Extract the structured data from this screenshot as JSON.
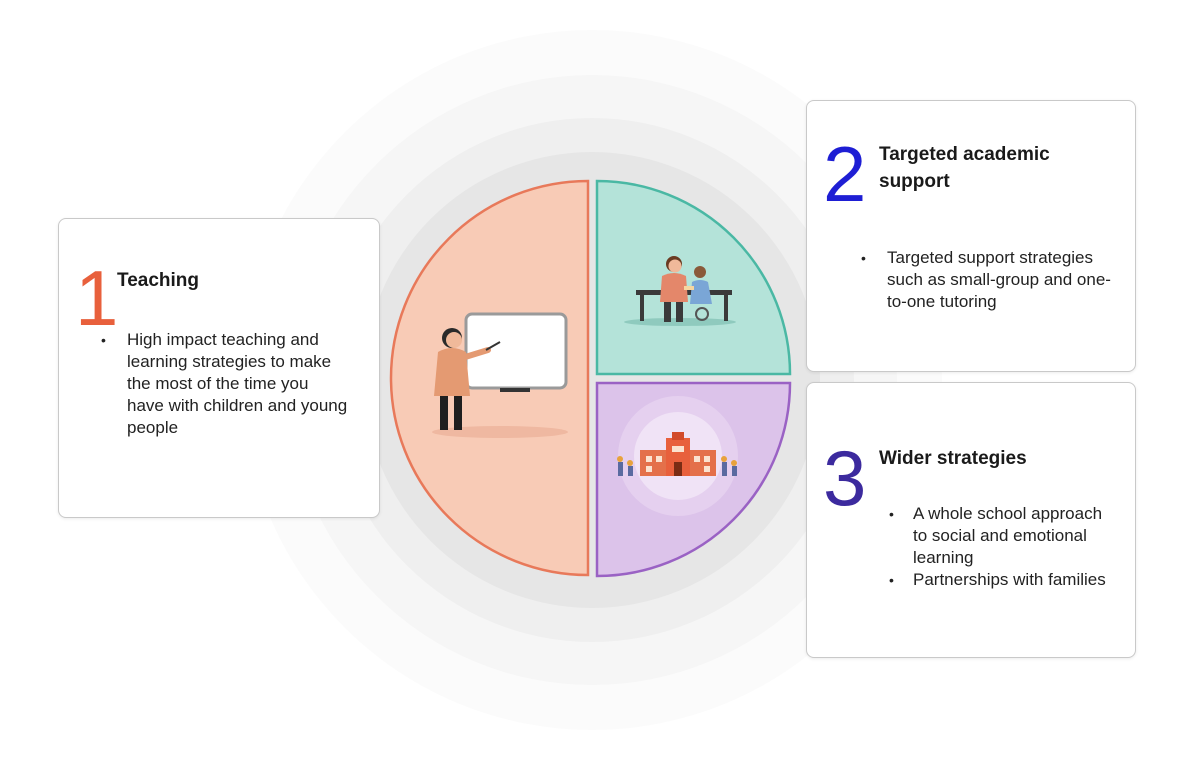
{
  "sections": [
    {
      "number": "1",
      "title": "Teaching",
      "color": "#e8603c",
      "bullets": [
        "High impact teaching and learning strategies to make the most of the time you have with children and young people"
      ]
    },
    {
      "number": "2",
      "title": "Targeted academic\nsupport",
      "color": "#1e1ed4",
      "bullets": [
        "Targeted support strategies such as small-group and one-to-one tutoring"
      ]
    },
    {
      "number": "3",
      "title": "Wider strategies",
      "color": "#3c2a9e",
      "bullets": [
        "A whole school approach to social and emotional learning",
        "Partnerships with families"
      ]
    }
  ],
  "wheel_segments": [
    {
      "section": "Teaching",
      "fill": "#f8cbb6",
      "stroke": "#e8795a",
      "illustration": "teacher-at-whiteboard"
    },
    {
      "section": "Targeted academic support",
      "fill": "#b4e3d9",
      "stroke": "#4ab8a4",
      "illustration": "one-to-one-tutoring-desk"
    },
    {
      "section": "Wider strategies",
      "fill": "#dcc3ea",
      "stroke": "#9a62c4",
      "illustration": "school-building-with-people"
    }
  ]
}
